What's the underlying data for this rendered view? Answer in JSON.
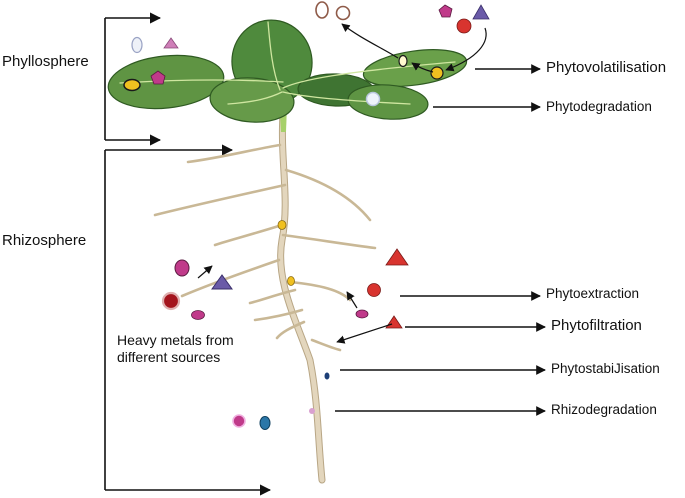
{
  "zones": {
    "phyllosphere": "Phyllosphere",
    "rhizosphere": "Rhizosphere"
  },
  "processes": {
    "phytovolatilisation": "Phytovolatilisation",
    "phytodegradation": "Phytodegradation",
    "phytoextraction": "Phytoextraction",
    "phytofiltration": "Phytofiltration",
    "phytostabilisation": "PhytostabiJisation",
    "rhizodegradation": "Rhizodegradation"
  },
  "note": {
    "line1": "Heavy metals from",
    "line2": "different sources"
  },
  "colors": {
    "leaf": "#5f9443",
    "leaf_dark": "#3e6e2e",
    "root": "#dccdb1",
    "root_edge": "#b8a685",
    "red": "#d8342f",
    "magenta": "#c03a8a",
    "purple": "#6a5aa8",
    "yellow": "#f0c020",
    "teal": "#2b77a8"
  }
}
